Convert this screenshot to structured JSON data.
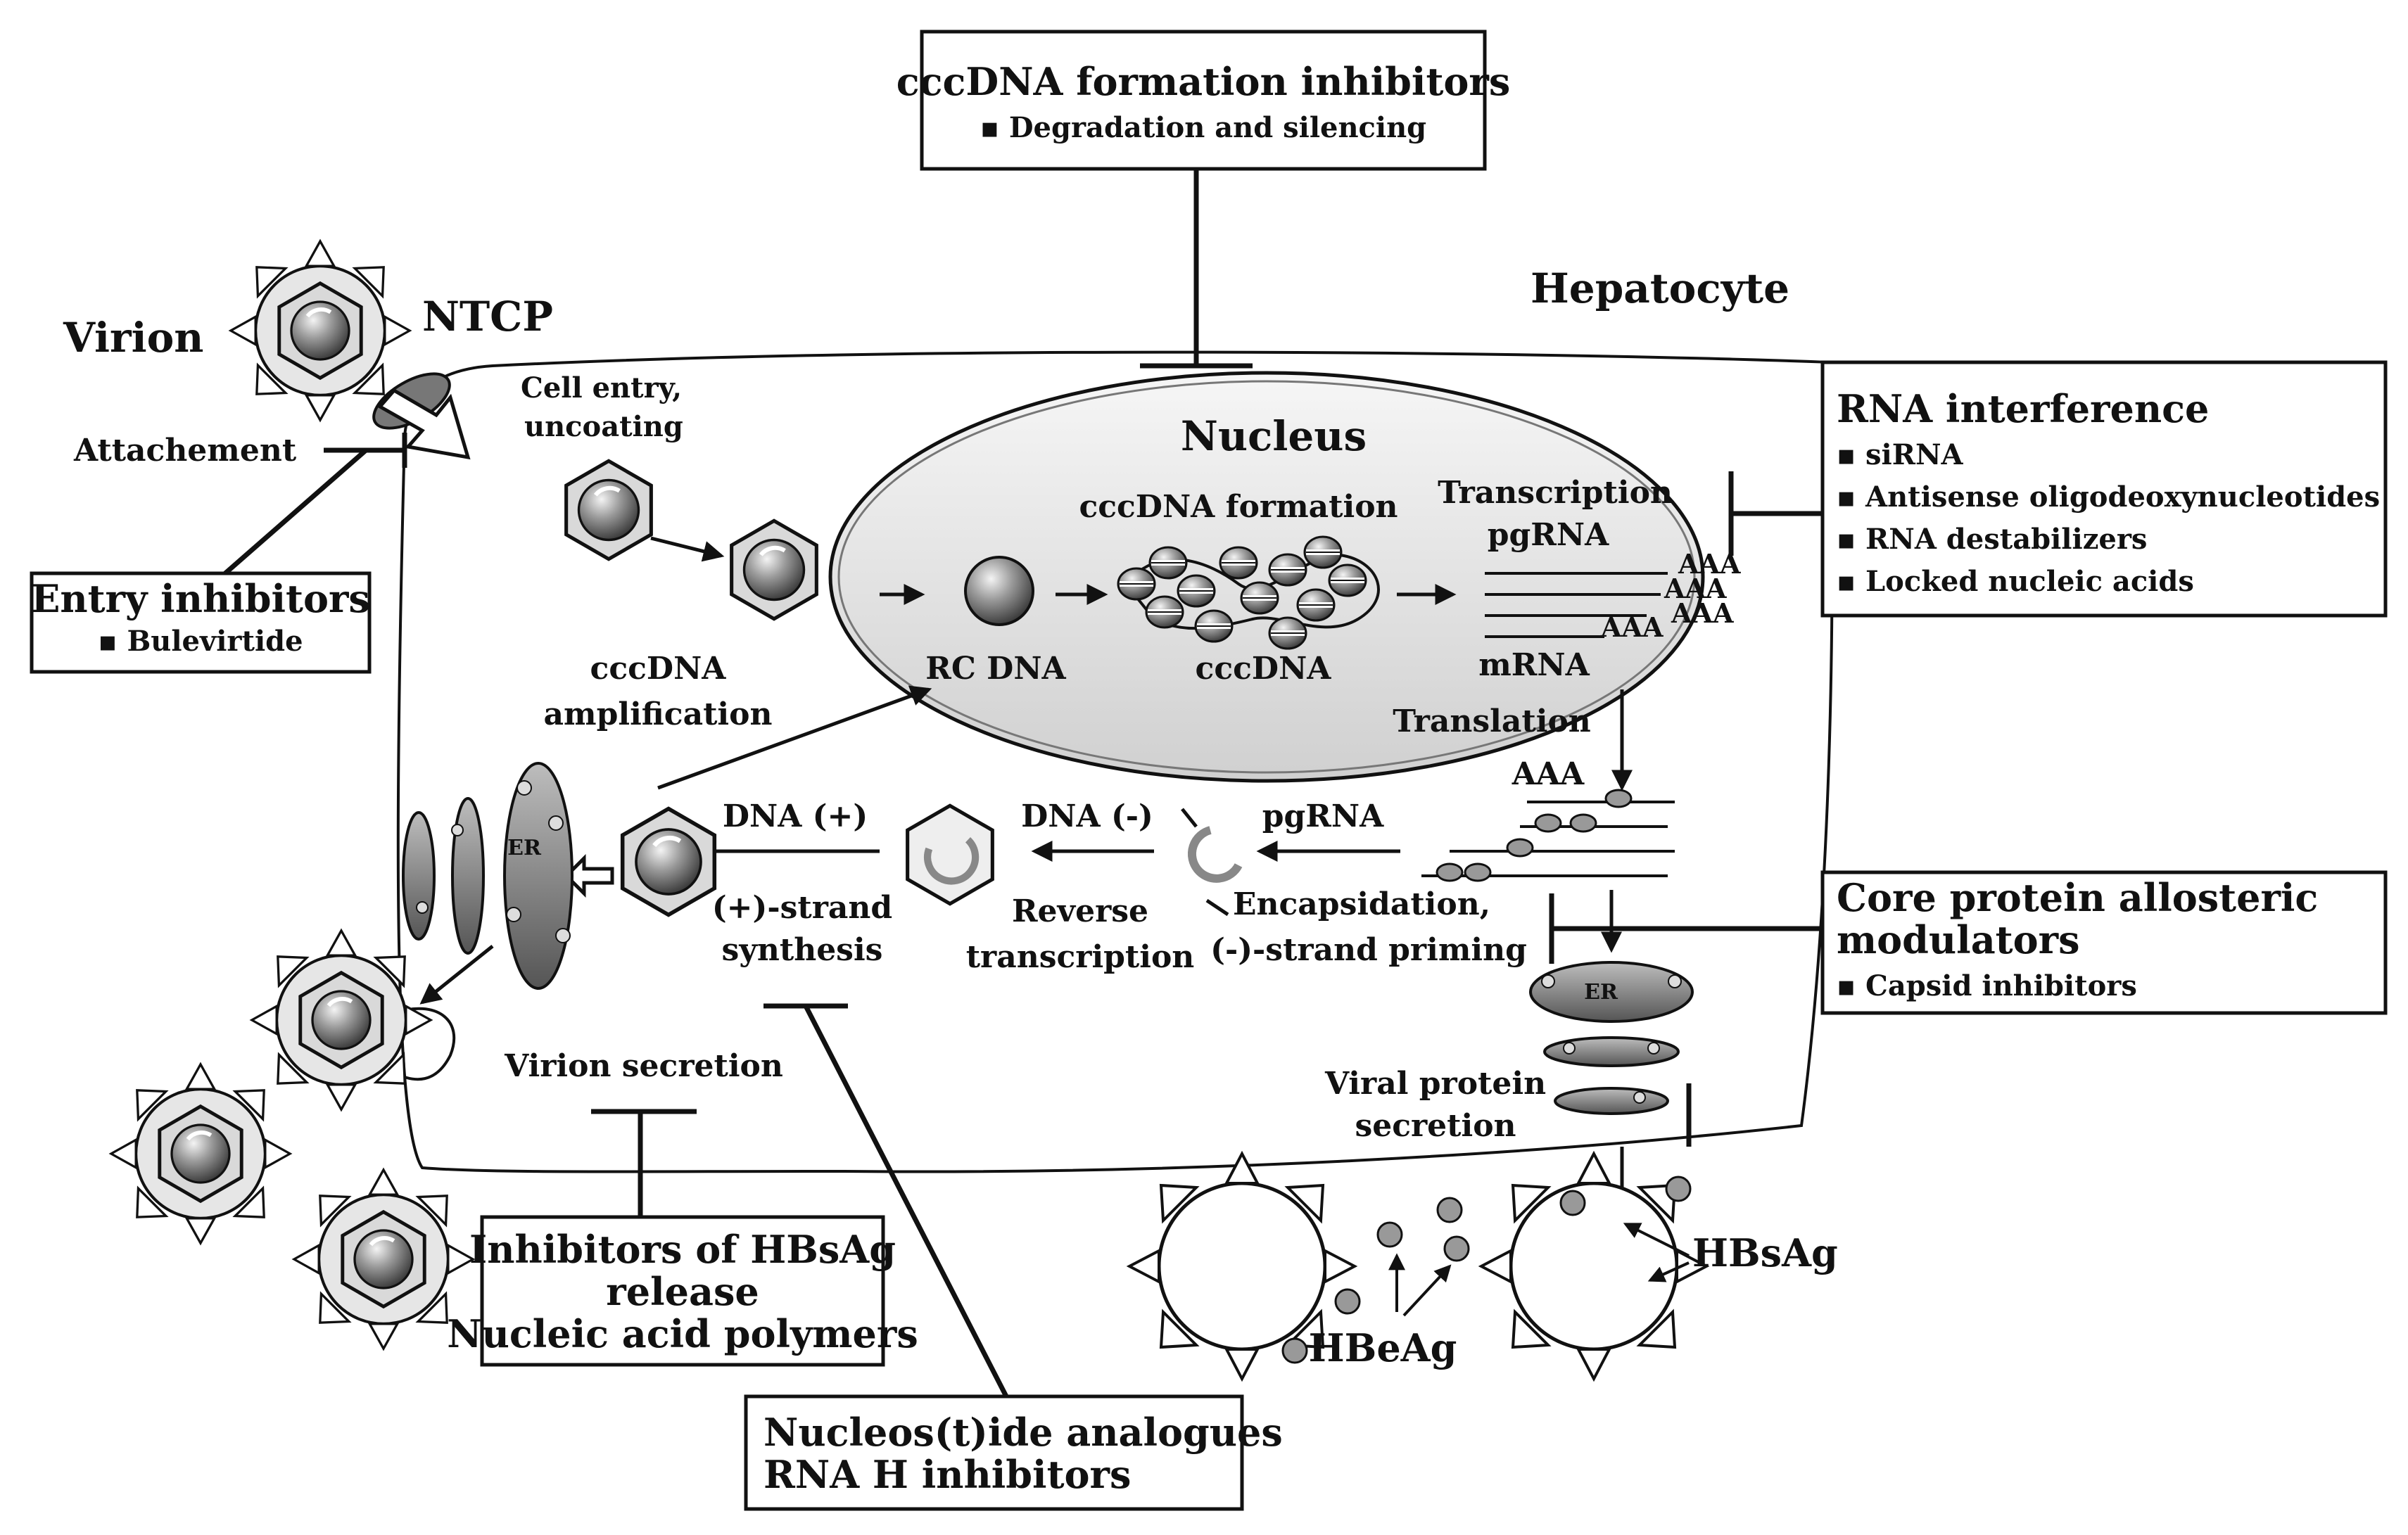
{
  "labels": {
    "virion": "Virion",
    "ntcp": "NTCP",
    "hepatocyte": "Hepatocyte",
    "attachement": "Attachement",
    "cell_entry_1": "Cell entry,",
    "cell_entry_2": "uncoating",
    "nucleus": "Nucleus",
    "cccdna_formation": "cccDNA  formation",
    "transcription": "Transcription",
    "pgrna_nucleus": "pgRNA",
    "aaa": "AAA",
    "rc_dna": "RC DNA",
    "cccdna": "cccDNA",
    "mrna": "mRNA",
    "cccdna_amp_1": "cccDNA",
    "cccdna_amp_2": "amplification",
    "translation": "Translation",
    "dna_plus": "DNA (+)",
    "dna_minus": "DNA (-)",
    "pgrna": "pgRNA",
    "er": "ER",
    "plus_strand_1": "(+)-strand",
    "plus_strand_2": "synthesis",
    "reverse_1": "Reverse",
    "reverse_2": "transcription",
    "encaps_1": "Encapsidation,",
    "encaps_2": "(-)-strand priming",
    "virion_secretion": "Virion secretion",
    "viral_protein_1": "Viral protein",
    "viral_protein_2": "secretion",
    "hbsag": "HBsAg",
    "hbeag": "HBeAg"
  },
  "boxes": {
    "cccdna_inhibitors": {
      "title": "cccDNA  formation inhibitors",
      "item": "▪ Degradation and silencing"
    },
    "rna_interference": {
      "title": "RNA interference",
      "items": [
        "▪ siRNA",
        "▪ Antisense oligodeoxynucleotides",
        "▪ RNA destabilizers",
        "▪ Locked nucleic acids"
      ]
    },
    "entry_inhibitors": {
      "title": "Entry inhibitors",
      "item": "▪ Bulevirtide"
    },
    "core_protein": {
      "title_1": "Core protein allosteric",
      "title_2": "modulators",
      "item": "▪ Capsid inhibitors"
    },
    "hbsag_release": {
      "line_1": "Inhibitors of HBsAg",
      "line_2": "release",
      "line_3": "Nucleic acid polymers"
    },
    "nucleoside": {
      "line_1": "Nucleos(t)ide analogues",
      "line_2": "RNA H inhibitors"
    }
  }
}
